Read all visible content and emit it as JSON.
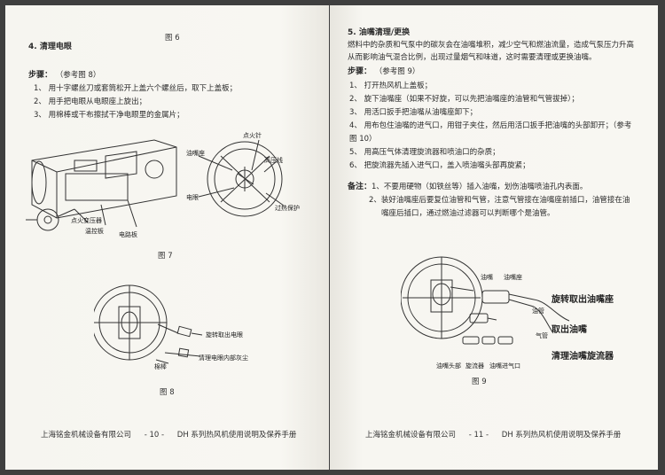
{
  "left": {
    "fig6_caption": "图 6",
    "heading": "4. 清理电眼",
    "steps_label": "步骤：",
    "steps_ref": "（参考图 8）",
    "steps": [
      "1、 用十字螺丝刀或套筒松开上盖六个螺丝后，取下上盖板；",
      "2、 用手把电眼从电眼座上旋出；",
      "3、 用棉棒或干布擦拭干净电眼里的金属片；"
    ],
    "fig7_labels": {
      "igniter": "点火针",
      "nozzle_seat": "油嘴座",
      "hv_wire": "高压线",
      "photocell": "电眼",
      "overheat": "过热保护",
      "transformer": "点火变压器",
      "thermostat": "温控板",
      "board": "电路板"
    },
    "fig7_caption": "图 7",
    "fig8_labels": {
      "rotate": "旋转取出电眼",
      "clean": "清理电眼内部灰尘",
      "swab": "棉棒"
    },
    "fig8_caption": "图 8",
    "footer": {
      "company": "上海铭金机械设备有限公司",
      "page": "- 10 -",
      "manual": "DH 系列热风机使用说明及保养手册"
    }
  },
  "right": {
    "heading": "5. 油嘴清理/更换",
    "intro": "燃料中的杂质和气泵中的碳灰会在油嘴堆积，减少空气和燃油流量，造成气泵压力升高从而影响油气混合比例，出现过量烟气和味道，这时需要清理或更换油嘴。",
    "intro_lines": [
      "燃料中的杂质和气泵中的碳灰会在油嘴堆积，减少空气和燃油流量，造成气泵压力升高",
      "从而影响油气混合比例，出现过量烟气和味道，这时需要清理或更换油嘴。"
    ],
    "steps_label": "步骤：",
    "steps_ref": "（参考图 9）",
    "steps": [
      "1、 打开热风机上盖板；",
      "2、 旋下油嘴座（如果不好旋，可以先把油嘴座的油管和气管拔掉）；",
      "3、 用活口扳手把油嘴从油嘴座卸下；",
      "4、 用布包住油嘴的进气口，用钳子夹住，然后用活口扳手把油嘴的头部卸开；（参考",
      "     图 10）",
      "5、 用高压气体清理旋流器和喷油口的杂质；",
      "6、 把旋流器先插入进气口，盖入喷油嘴头部再旋紧；"
    ],
    "note_label": "备注：",
    "notes": [
      "1、不要用硬物（如铁丝等）插入油嘴，划伤油嘴喷油孔内表面。",
      "2、装好油嘴座后要复位油管和气管，注意气管接在油嘴座前插口，油管接在油",
      "嘴座后插口，通过燃油过滤器可以判断哪个是油管。"
    ],
    "fig9_labels": {
      "nozzle": "油嘴",
      "nozzle_seat": "油嘴座",
      "oil_pipe": "油管",
      "air_pipe": "气管",
      "nozzle_head": "油嘴头部",
      "swirler": "旋流器",
      "air_inlet": "油嘴进气口",
      "step_a": "旋转取出油嘴座",
      "step_b": "取出油嘴",
      "step_c": "清理油嘴旋流器"
    },
    "fig9_caption": "图 9",
    "footer": {
      "company": "上海铭金机械设备有限公司",
      "page": "- 11 -",
      "manual": "DH 系列热风机使用说明及保养手册"
    }
  }
}
